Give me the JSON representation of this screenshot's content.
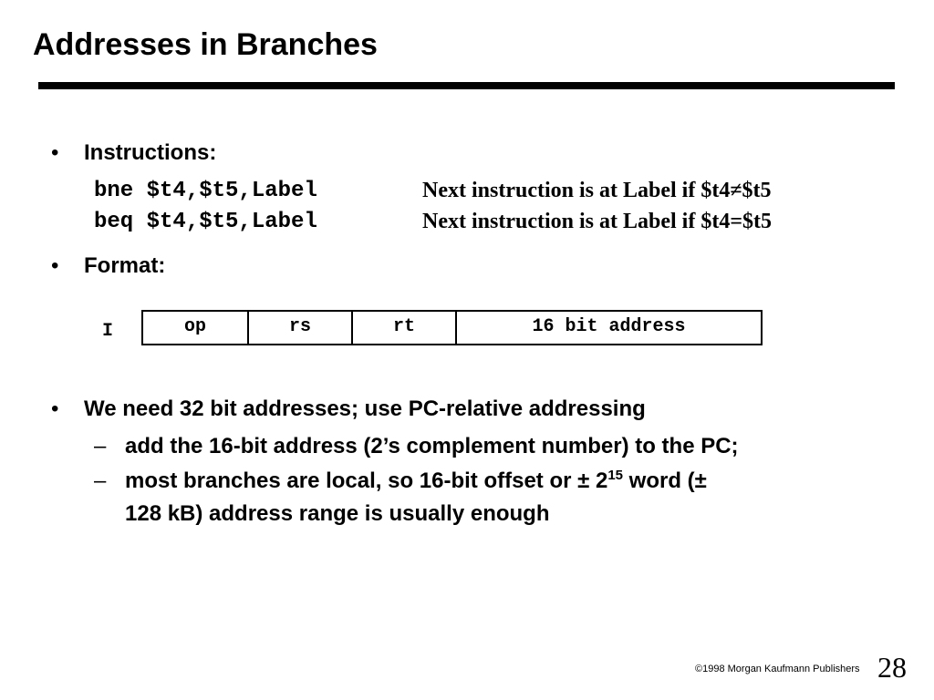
{
  "title": "Addresses in Branches",
  "bullets": {
    "instructions": "Instructions:",
    "format": "Format:",
    "need": "We need 32 bit addresses; use PC-relative addressing"
  },
  "instructions": [
    {
      "code": "bne $t4,$t5,Label",
      "desc": "Next instruction is at Label if $t4≠$t5"
    },
    {
      "code": "beq $t4,$t5,Label",
      "desc": "Next instruction is at Label if $t4=$t5"
    }
  ],
  "format": {
    "label": "I",
    "fields": [
      "op",
      "rs",
      "rt",
      "16 bit address"
    ]
  },
  "subpoints": {
    "add": "add the 16-bit address (2’s complement number) to the PC;",
    "local_a": "most branches are local, so 16-bit offset or ± 2",
    "local_exp": "15",
    "local_b": " word (±",
    "local_c": "128 kB) address range is usually enough"
  },
  "footer": {
    "copyright": "©1998 Morgan Kaufmann Publishers",
    "page": "28"
  }
}
